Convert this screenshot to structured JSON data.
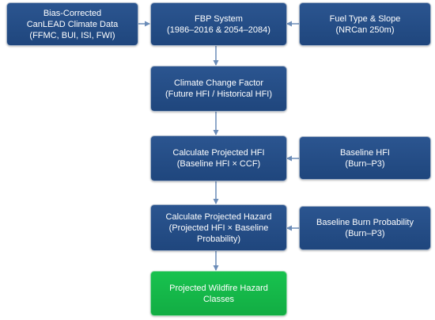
{
  "boxes": {
    "canlead": {
      "line1": "Bias-Corrected",
      "line2": "CanLEAD Climate Data",
      "line3": "(FFMC, BUI, ISI, FWI)"
    },
    "fbp": {
      "line1": "FBP System",
      "line2": "(1986–2016 & 2054–2084)"
    },
    "fuel": {
      "line1": "Fuel Type & Slope",
      "line2": "(NRCan 250m)"
    },
    "ccf": {
      "line1": "Climate Change Factor",
      "line2": "(Future HFI / Historical HFI)"
    },
    "projected_hfi": {
      "line1": "Calculate Projected HFI",
      "line2": "(Baseline HFI × CCF)"
    },
    "baseline_hfi": {
      "line1": "Baseline HFI",
      "line2": "(Burn–P3)"
    },
    "projected_hazard": {
      "line1": "Calculate Projected Hazard",
      "line2": "(Projected HFI × Baseline",
      "line3": "Probability)"
    },
    "baseline_bp": {
      "line1": "Baseline Burn Probability",
      "line2": "(Burn–P3)"
    },
    "hazard_classes": {
      "line1": "Projected Wildfire Hazard",
      "line2": "Classes"
    }
  },
  "colors": {
    "box_blue": "#24508a",
    "box_green": "#15b849",
    "arrow": "#6b8cb8"
  }
}
